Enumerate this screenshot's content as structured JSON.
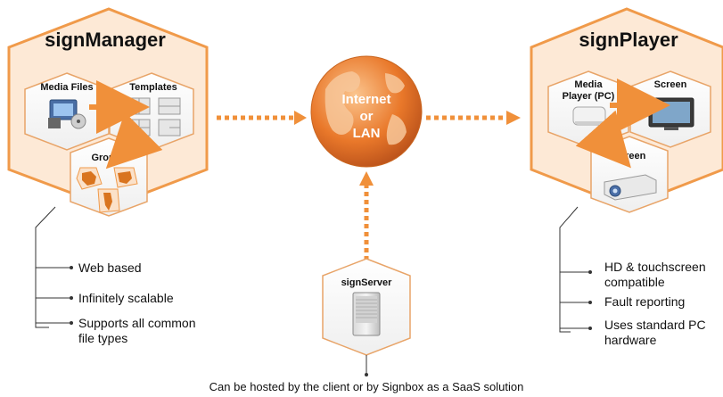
{
  "sign_manager": {
    "title": "signManager",
    "media_files": "Media Files",
    "templates": "Templates",
    "groups": "Groups",
    "bullets": [
      "Web based",
      "Infinitely scalable",
      "Supports all common",
      "file types"
    ]
  },
  "network": {
    "line1": "Internet",
    "line2": "or",
    "line3": "LAN"
  },
  "sign_player": {
    "title": "signPlayer",
    "media_player_line1": "Media",
    "media_player_line2": "Player (PC)",
    "screen_top": "Screen",
    "screen_bottom": "Screen",
    "bullets": [
      "HD & touchscreen",
      "compatible",
      "Fault reporting",
      "Uses standard PC",
      "hardware"
    ]
  },
  "sign_server": {
    "title": "signServer",
    "caption": "Can be hosted by the client or by Signbox as a SaaS solution"
  },
  "colors": {
    "orange": "#f0903a",
    "hex_fill": "#fde9d6",
    "hex_stroke": "#f09a4a",
    "inner_fill": "#f6f6f6",
    "inner_stroke": "#e8a468"
  }
}
